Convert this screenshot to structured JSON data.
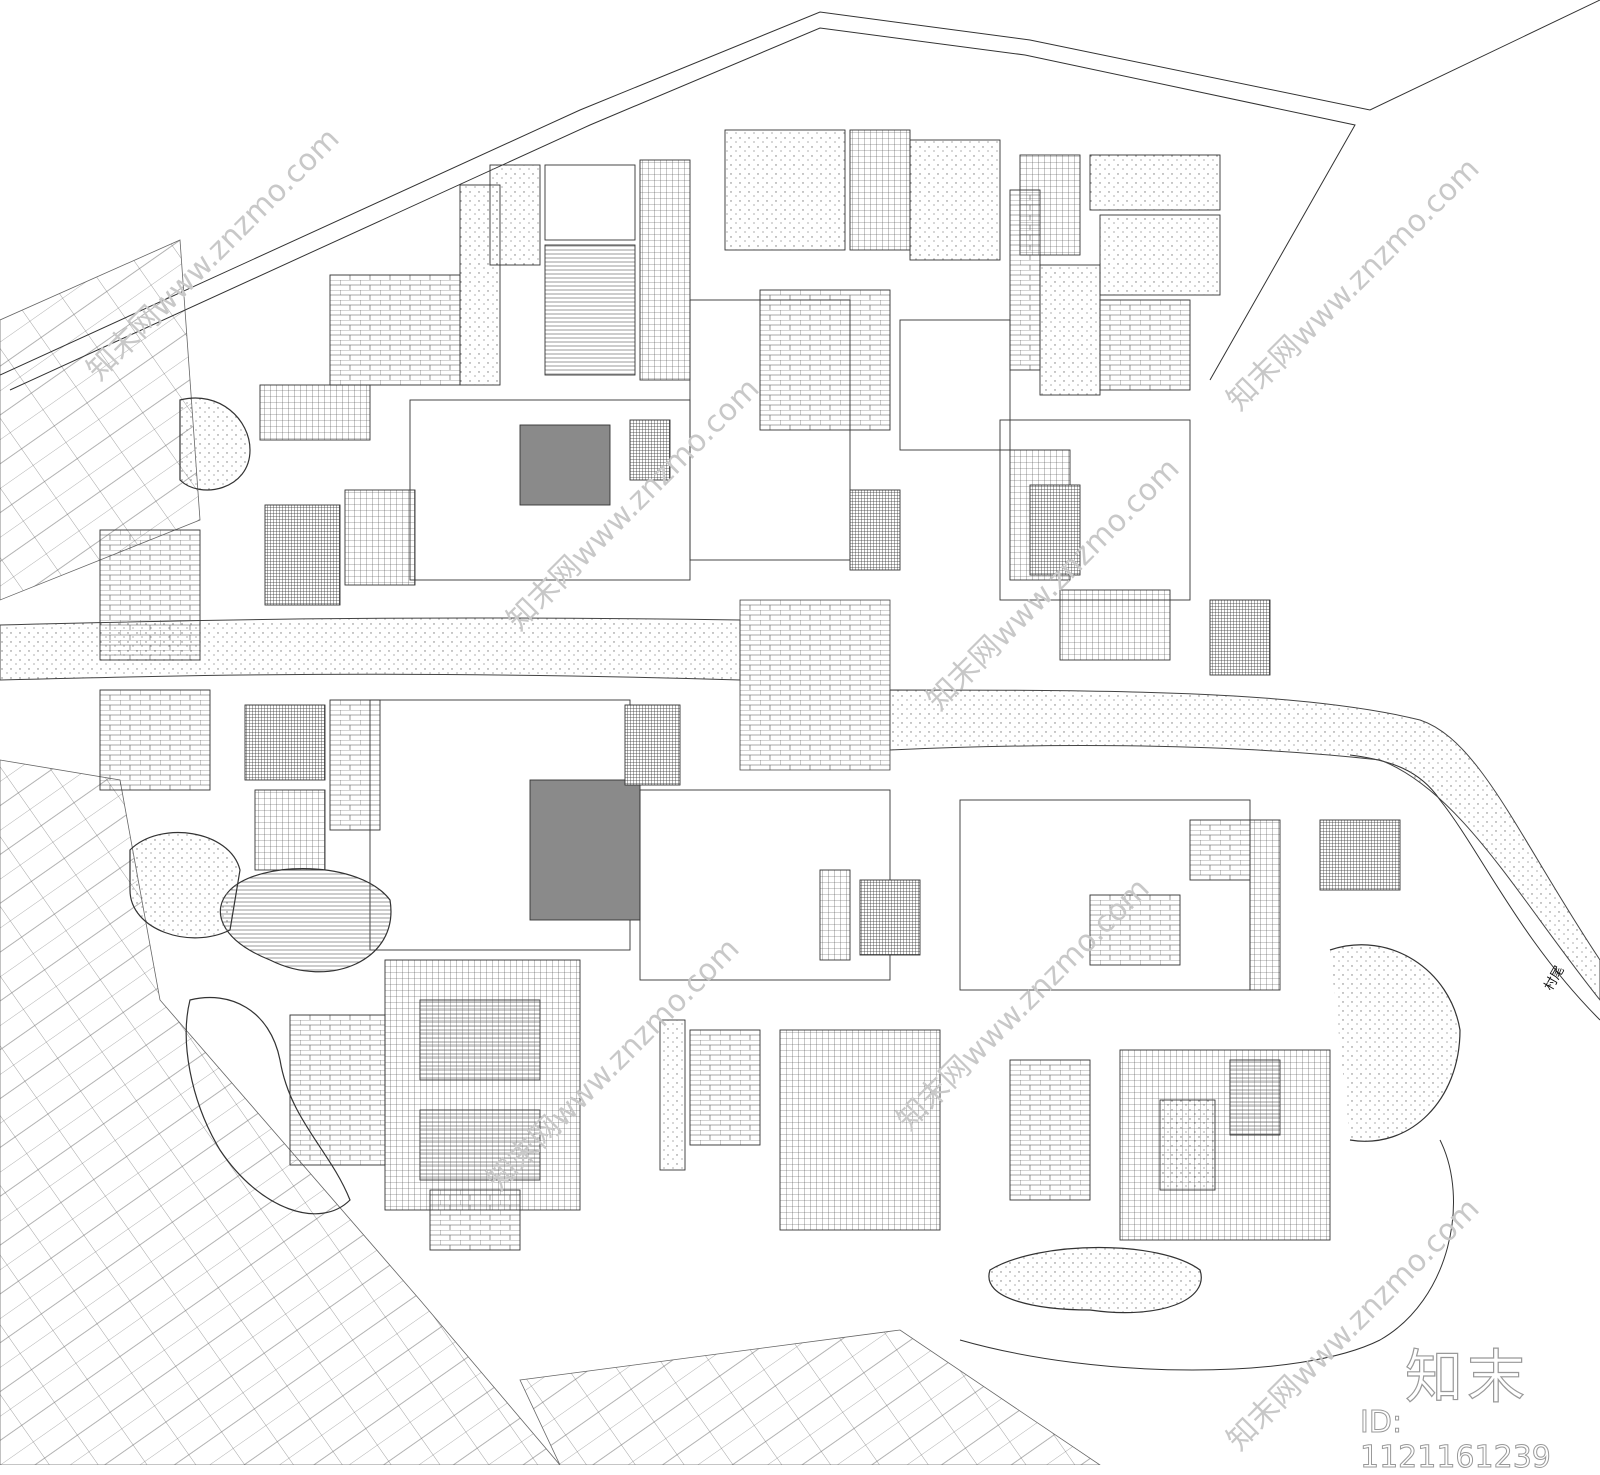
{
  "drawing": {
    "labels": {
      "village_end": "村尾"
    },
    "watermark": {
      "logo": "知末",
      "id_text": "ID: 1121161239",
      "site": "知末网www.znzmo.com"
    },
    "colors": {
      "line": "#333333",
      "hatch": "#555555",
      "dark_fill": "#8a8a8a",
      "road_dots": "#999999",
      "watermark": "#cccccc"
    }
  }
}
